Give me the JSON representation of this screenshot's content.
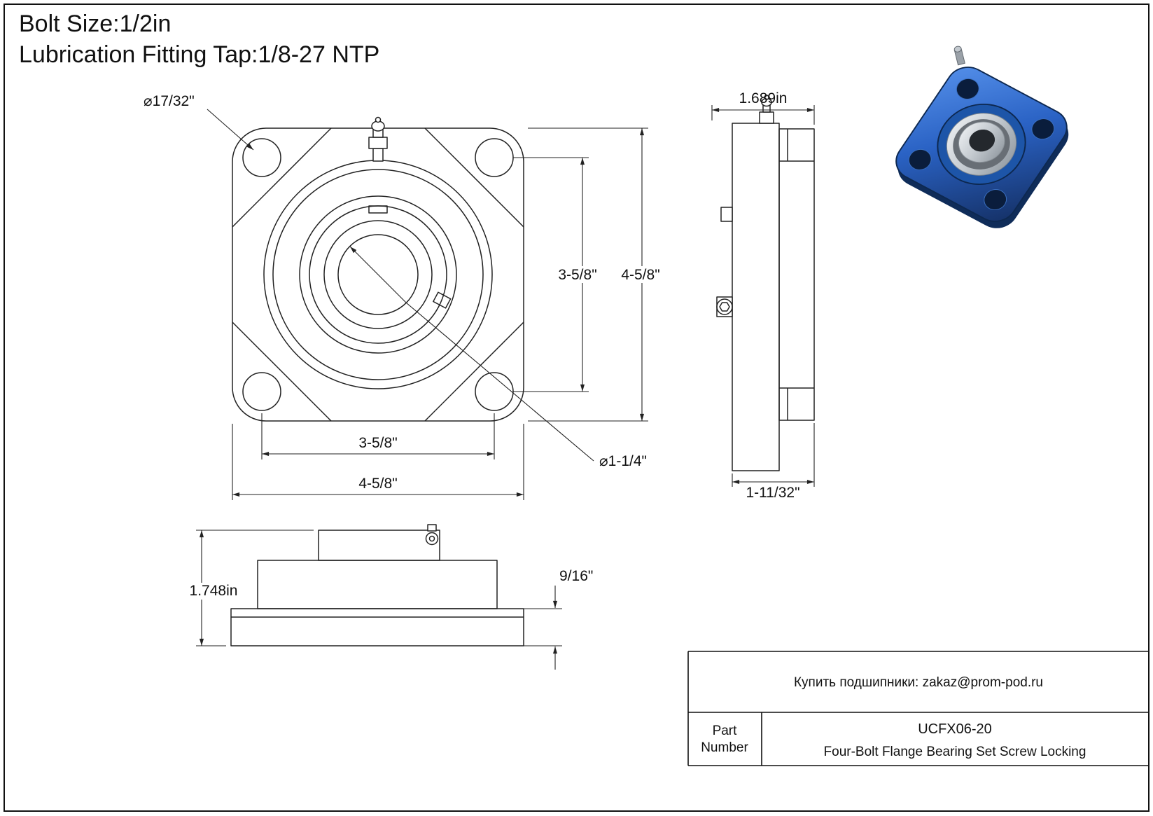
{
  "header": {
    "bolt_size": "Bolt Size:1/2in",
    "lubrication_fitting": "Lubrication Fitting Tap:1/8-27 NTP"
  },
  "front_view": {
    "bolt_hole_diameter": "⌀17/32\"",
    "bore_diameter": "⌀1-1/4\"",
    "bolt_spacing_vertical": "3-5/8\"",
    "overall_height": "4-5/8\"",
    "bolt_spacing_horizontal": "3-5/8\"",
    "overall_width": "4-5/8\""
  },
  "side_view": {
    "overall_depth": "1.689in",
    "base_depth": "1-11/32\""
  },
  "elevation_view": {
    "overall_height": "1.748in",
    "flange_thickness": "9/16\""
  },
  "title_block": {
    "contact": "Купить подшипники: zakaz@prom-pod.ru",
    "part_label_line1": "Part",
    "part_label_line2": "Number",
    "part_number": "UCFX06-20",
    "part_description": "Four-Bolt Flange Bearing Set Screw Locking"
  },
  "colors": {
    "line": "#222222",
    "render_blue": "#2a62c4",
    "render_blue_dark": "#0d2850",
    "render_boss_blue": "#1d55a8",
    "render_silver": "#c3c9cf"
  }
}
